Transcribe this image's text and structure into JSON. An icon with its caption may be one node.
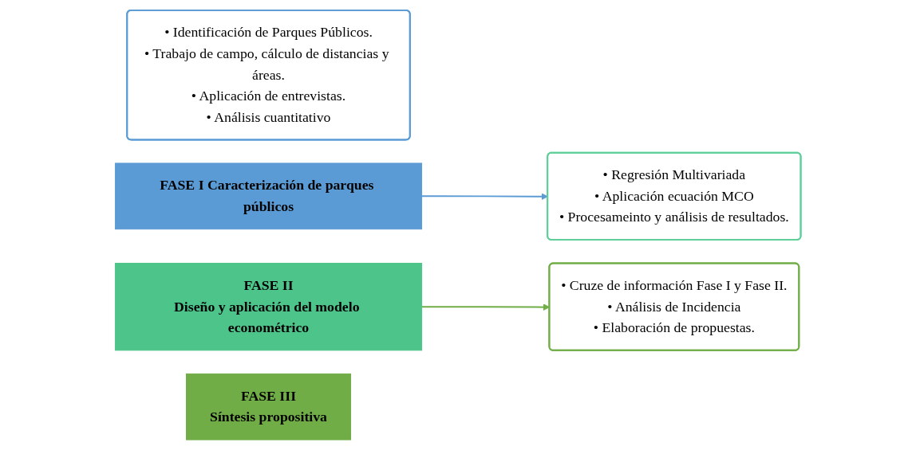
{
  "diagram": {
    "nodes": [
      {
        "text": [
          "• Identificación de Parques Públicos.",
          "• Trabajo de campo, cálculo de distancias y áreas.",
          "• Aplicación de entrevistas.",
          "• Análisis cuantitativo"
        ]
      },
      {
        "text": [
          "FASE I Caracterización de parques públicos"
        ]
      },
      {
        "text": [
          "FASE II",
          "Diseño y aplicación del modelo econométrico"
        ]
      },
      {
        "text": [
          "• Regresión Multivariada",
          "• Aplicación ecuación MCO",
          "• Procesameinto y análisis de resultados."
        ]
      },
      {
        "text": [
          "• Cruze de información Fase I y Fase II.",
          "• Análisis de Incidencia",
          "• Elaboración de propuestas."
        ]
      },
      {
        "text": [
          "FASE III",
          "Síntesis propositiva"
        ]
      }
    ],
    "edges": [
      {
        "from": 1,
        "to": 3,
        "arrow": "to",
        "color": "#5b9bd5"
      },
      {
        "from": 2,
        "to": 4,
        "arrow": "to",
        "color": "#70ad47"
      }
    ]
  }
}
